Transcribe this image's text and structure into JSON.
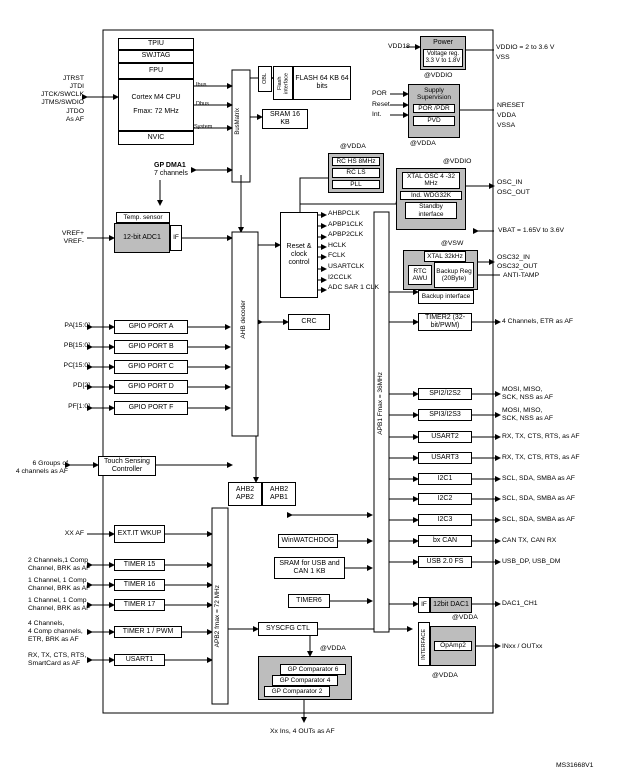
{
  "core": {
    "tpiu": "TPIU",
    "swjtag": "SWJTAG",
    "fpu": "FPU",
    "cpu": "Cortex M4 CPU",
    "fmax": "Fmax: 72 MHz",
    "nvic": "NVIC"
  },
  "buses": {
    "ibus": "Ibus",
    "dbus": "Dbus",
    "system": "System",
    "busmatrix": "BusMatrix",
    "ahb_decoder": "AHB decoder",
    "apb1": "APB1 Fmax = 36MHz",
    "apb2": "APB2 fmax = 72 MHz"
  },
  "memory": {
    "obl": "OBL",
    "flash_interface": "Flash interface",
    "flash": "FLASH 64 KB 64 bits",
    "sram": "SRAM 16 KB"
  },
  "dma": {
    "title": "GP DMA1",
    "sub": "7 channels"
  },
  "power": {
    "title": "Power",
    "vreg": "Voltage reg. 3.3 V to 1.8V",
    "vdd18": "VDD18",
    "vddio": "@VDDIO",
    "vdd_range": "VDDIO = 2 to 3.6 V",
    "vss": "VSS"
  },
  "supply": {
    "title": "Supply Supervision",
    "por_pdr": "POR /PDR",
    "pvd": "PVD",
    "por": "POR",
    "reset": "Reset",
    "int": "Int.",
    "vdda": "@VDDA",
    "nreset": "NRESET",
    "vdda_pin": "VDDA",
    "vssa": "VSSA"
  },
  "clocks": {
    "vdda": "@VDDA",
    "rc_hs": "RC HS 8MHz",
    "rc_ls": "RC LS",
    "pll": "PLL",
    "xtal_vddio": "@VDDIO",
    "xtal_osc": "XTAL OSC 4 -32 MHz",
    "osc_in": "OSC_IN",
    "osc_out": "OSC_OUT",
    "wdg": "Ind. WDG32K",
    "standby": "Standby interface"
  },
  "rcc": {
    "title": "Reset & clock control",
    "outputs": [
      "AHBPCLK",
      "APBP1CLK",
      "APBP2CLK",
      "HCLK",
      "FCLK",
      "USARTCLK",
      "I2CCLK",
      "ADC SAR 1 CLK"
    ]
  },
  "vbat": {
    "label": "VBAT = 1.65V to 3.6V",
    "vsw": "@VSW",
    "xtal32": "XTAL 32kHz",
    "rtc": "RTC AWU",
    "backup_reg": "Backup Reg (20Byte)",
    "backup_if": "Backup interface",
    "osc32_in": "OSC32_IN",
    "osc32_out": "OSC32_OUT",
    "anti_tamp": "ANTI-TAMP"
  },
  "left_pins": {
    "jtag": "JTRST\nJTDI\nJTCK/SWCLK\nJTMS/SWDIO\nJTDO\nAs AF",
    "vref": "VREF+\nVREF-"
  },
  "adc": {
    "temp": "Temp. sensor",
    "adc1": "12-bit ADC1",
    "if": "IF"
  },
  "gpio": [
    {
      "pin": "PA[15:0]",
      "label": "GPIO PORT A"
    },
    {
      "pin": "PB[15:0]",
      "label": "GPIO PORT B"
    },
    {
      "pin": "PC[15:0]",
      "label": "GPIO PORT C"
    },
    {
      "pin": "PD[2]",
      "label": "GPIO PORT D"
    },
    {
      "pin": "PF[1:0]",
      "label": "GPIO PORT F"
    }
  ],
  "crc": "CRC",
  "touch": {
    "pin": "6 Groups of\n4 channels as AF",
    "label": "Touch Sensing Controller"
  },
  "bridge": {
    "ahb2apb2": "AHB2 APB2",
    "ahb2apb1": "AHB2 APB1"
  },
  "exti": {
    "pin": "XX AF",
    "label": "EXT.IT WKUP"
  },
  "apb2_periph": [
    {
      "pin": "2 Channels,1 Comp\nChannel, BRK as AF",
      "label": "TIMER 15"
    },
    {
      "pin": "1 Channel, 1 Comp\nChannel, BRK as AF",
      "label": "TIMER 16"
    },
    {
      "pin": "1 Channel, 1 Comp\nChannel, BRK as AF",
      "label": "TIMER 17"
    },
    {
      "pin": "4 Channels,\n4 Comp channels,\nETR, BRK as AF",
      "label": "TIMER 1 / PWM"
    },
    {
      "pin": "RX, TX, CTS, RTS,\nSmartCard as AF",
      "label": "USART1"
    }
  ],
  "mid_periph": {
    "wwdg": "WinWATCHDOG",
    "sram_usb": "SRAM for USB and CAN 1 KB",
    "timer6": "TIMER6",
    "syscfg": "SYSCFG CTL"
  },
  "comparators": {
    "vdda": "@VDDA",
    "c6": "GP Comparator 6",
    "c4": "GP Comparator 4",
    "c2": "GP Comparator 2",
    "pins": "Xx Ins, 4 OUTs as AF"
  },
  "apb1_periph": [
    {
      "label": "TIMER2 (32-bit/PWM)",
      "pin": "4 Channels, ETR as AF"
    },
    {
      "label": "SPI2/I2S2",
      "pin": "MOSI, MISO,\nSCK, NSS as AF"
    },
    {
      "label": "SPI3/I2S3",
      "pin": "MOSI, MISO,\nSCK, NSS as AF"
    },
    {
      "label": "USART2",
      "pin": "RX, TX, CTS, RTS, as AF"
    },
    {
      "label": "USART3",
      "pin": "RX, TX, CTS, RTS, as AF"
    },
    {
      "label": "I2C1",
      "pin": "SCL, SDA, SMBA as AF"
    },
    {
      "label": "I2C2",
      "pin": "SCL, SDA, SMBA as AF"
    },
    {
      "label": "I2C3",
      "pin": "SCL, SDA, SMBA as AF"
    },
    {
      "label": "bx CAN",
      "pin": "CAN TX, CAN RX"
    },
    {
      "label": "USB 2.0 FS",
      "pin": "USB_DP, USB_DM"
    }
  ],
  "dac": {
    "if": "IF",
    "label": "12bit DAC1",
    "pin": "DAC1_CH1",
    "vdda": "@VDDA"
  },
  "opamp": {
    "interface": "INTERFACE",
    "label": "OpAmp2",
    "pin": "INxx / OUTxx",
    "vdda": "@VDDA"
  },
  "footer": "MS31668V1"
}
